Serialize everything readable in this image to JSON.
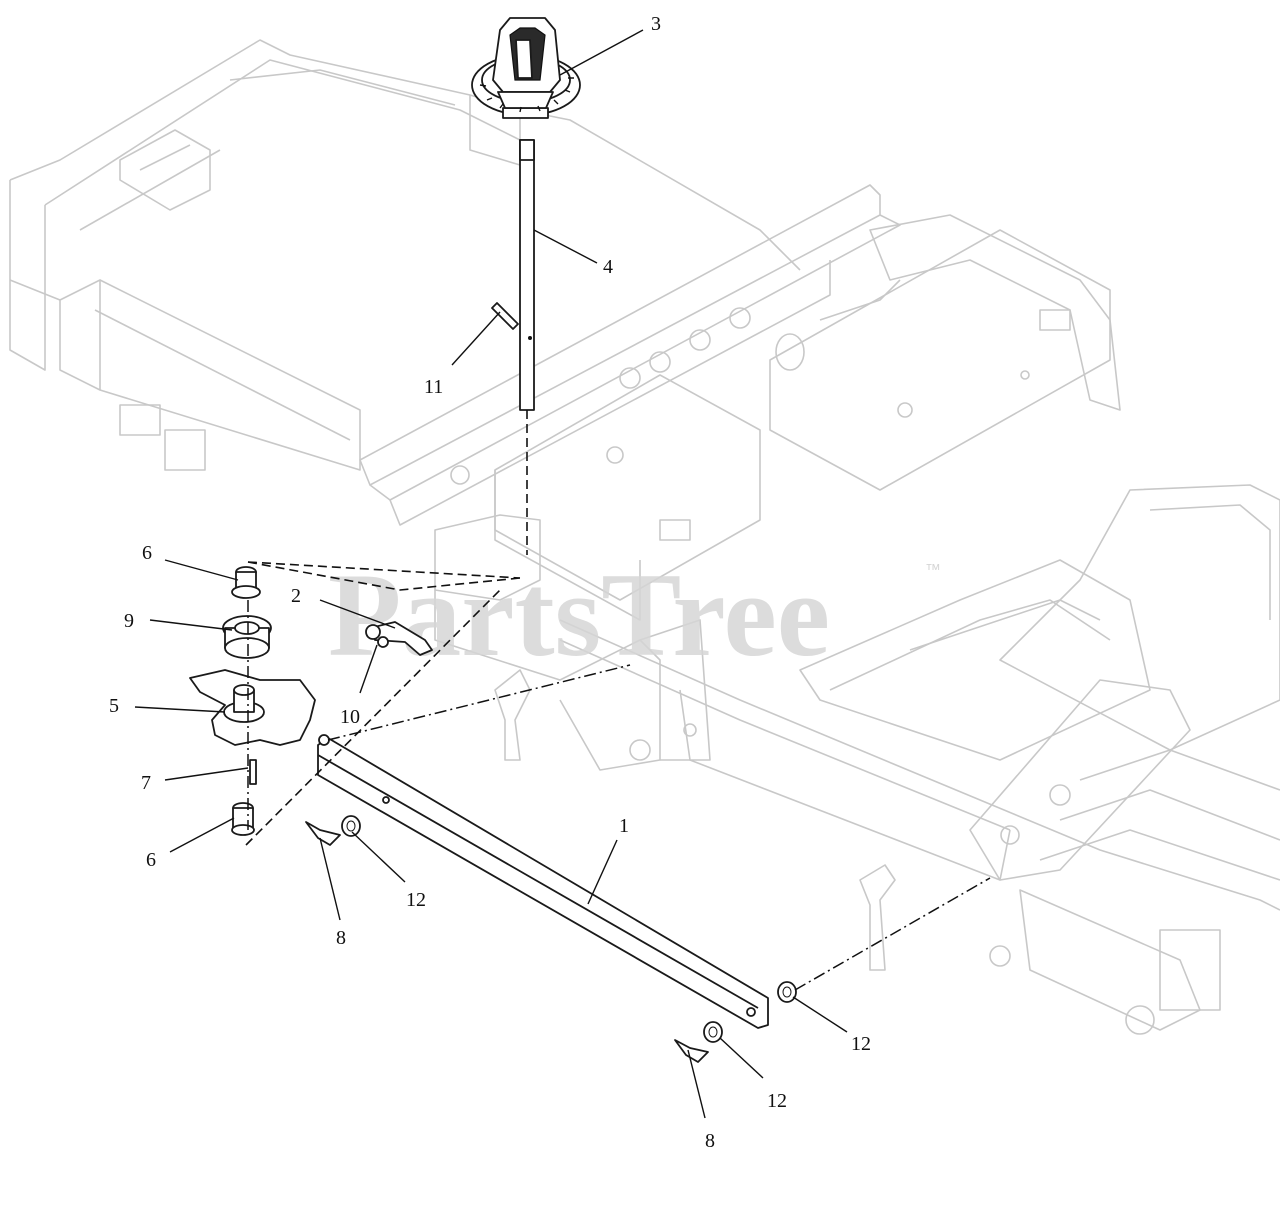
{
  "watermark": {
    "text": "PartsTree",
    "trademark": "™"
  },
  "callouts": {
    "c1": "1",
    "c2": "2",
    "c3": "3",
    "c4": "4",
    "c5": "5",
    "c6a": "6",
    "c6b": "6",
    "c7": "7",
    "c8a": "8",
    "c8b": "8",
    "c9": "9",
    "c10": "10",
    "c11": "11",
    "c12a": "12",
    "c12b": "12",
    "c12c": "12"
  },
  "colors": {
    "line": "#111111",
    "frame": "#c8c8c8",
    "watermark": "#d6d6d6"
  }
}
